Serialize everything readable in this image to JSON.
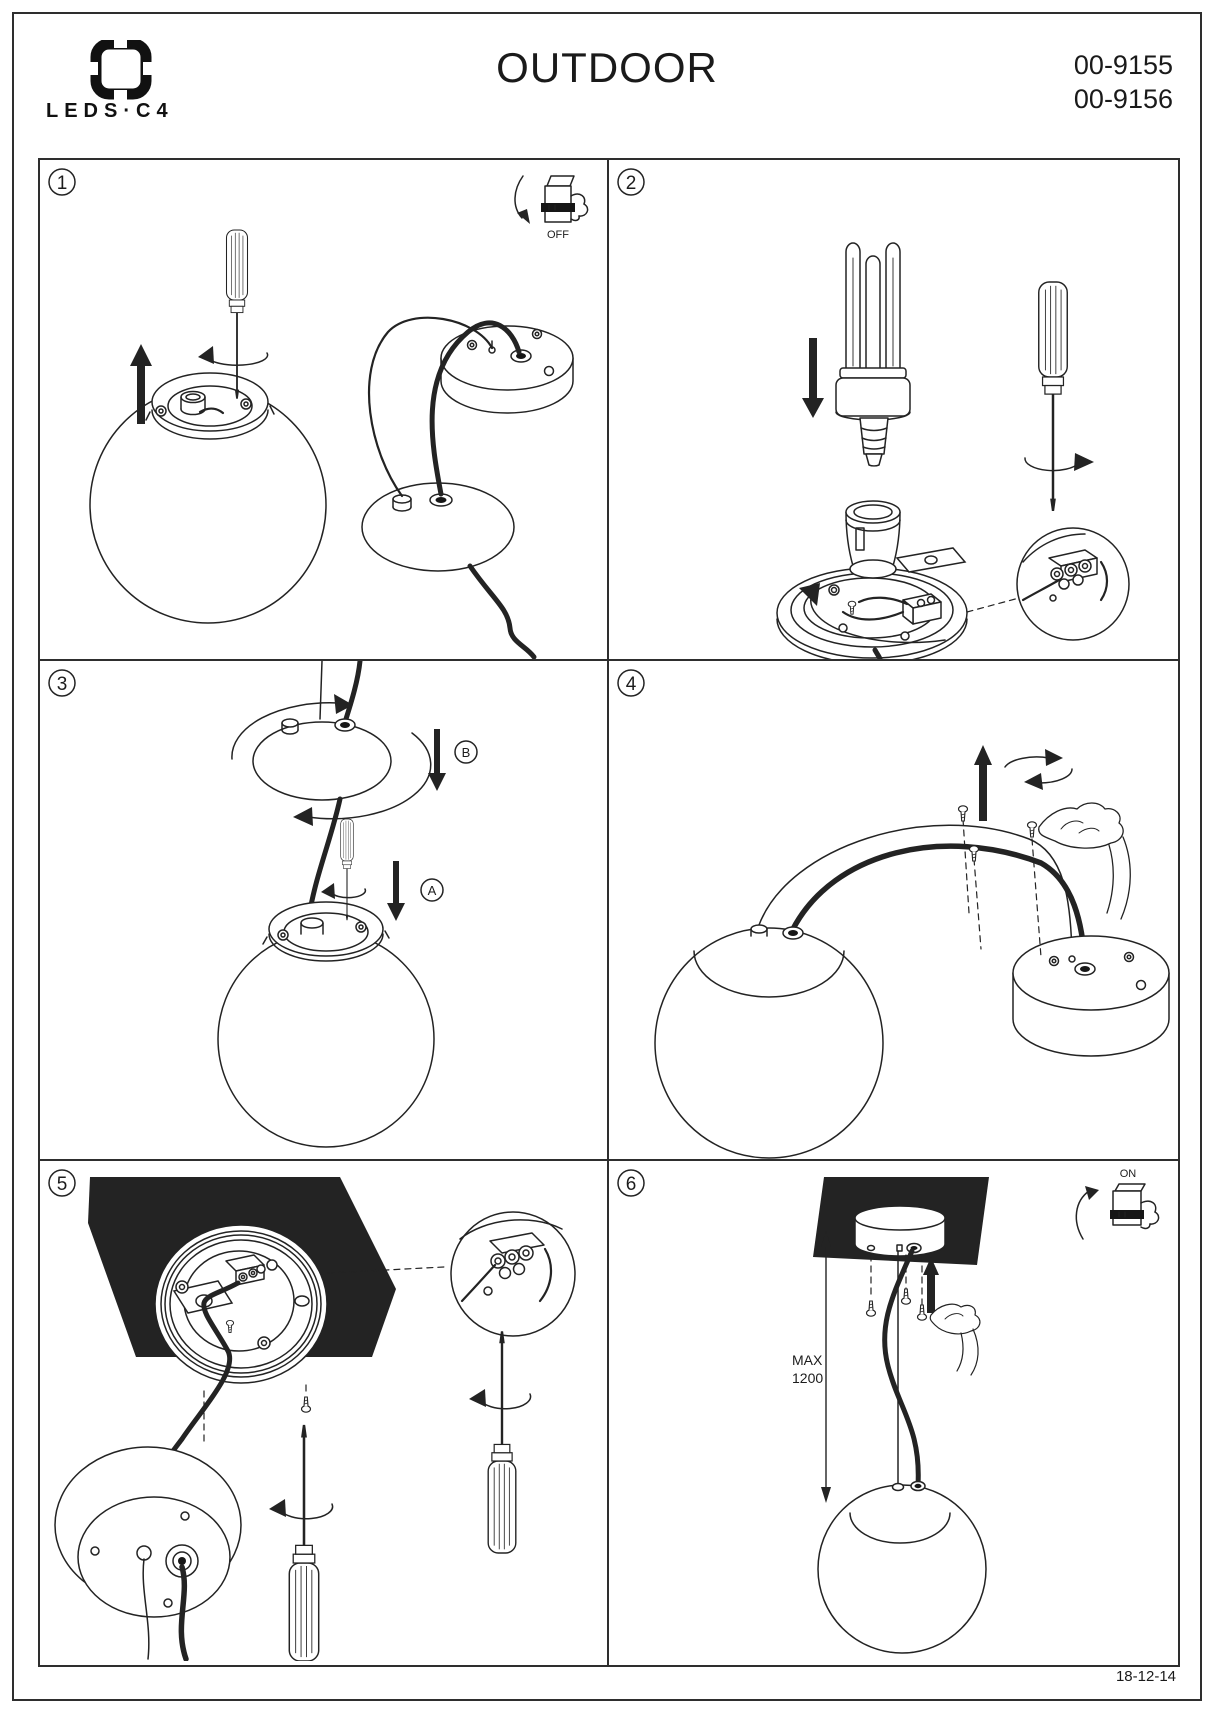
{
  "header": {
    "brand": "LEDS·C4",
    "title": "OUTDOOR",
    "codes": [
      "00-9155",
      "00-9156"
    ]
  },
  "panels": [
    {
      "step": "1",
      "switch_label": "OFF"
    },
    {
      "step": "2"
    },
    {
      "step": "3",
      "marker_a": "A",
      "marker_b": "B"
    },
    {
      "step": "4"
    },
    {
      "step": "5"
    },
    {
      "step": "6",
      "switch_label": "ON",
      "dimension_label": "MAX",
      "dimension_value": "1200"
    }
  ],
  "footer": {
    "date": "18-12-14"
  },
  "colors": {
    "line": "#232323",
    "background": "#ffffff"
  }
}
